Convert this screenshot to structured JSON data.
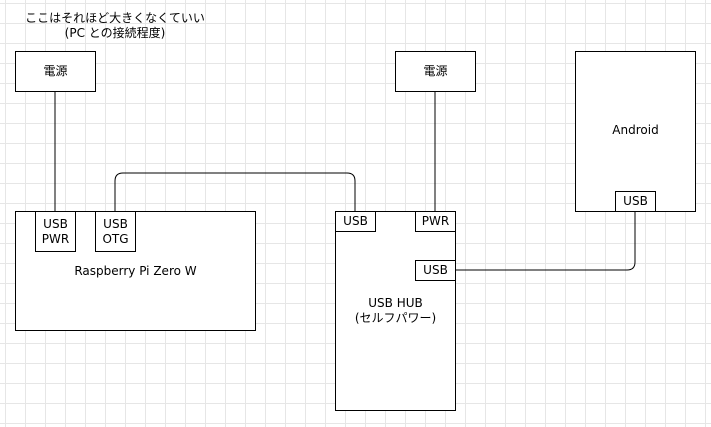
{
  "note": "ここはそれほど大きくなくていい\n(PC との接続程度)",
  "power_left": "電源",
  "power_right": "電源",
  "raspberry_pi": {
    "label": "Raspberry Pi Zero W",
    "usb_pwr": "USB\nPWR",
    "usb_otg": "USB\nOTG"
  },
  "usb_hub": {
    "label": "USB HUB\n(セルフパワー)",
    "usb_port_top": "USB",
    "pwr_port": "PWR",
    "usb_port_side": "USB"
  },
  "android": {
    "label": "Android",
    "usb_port": "USB"
  }
}
